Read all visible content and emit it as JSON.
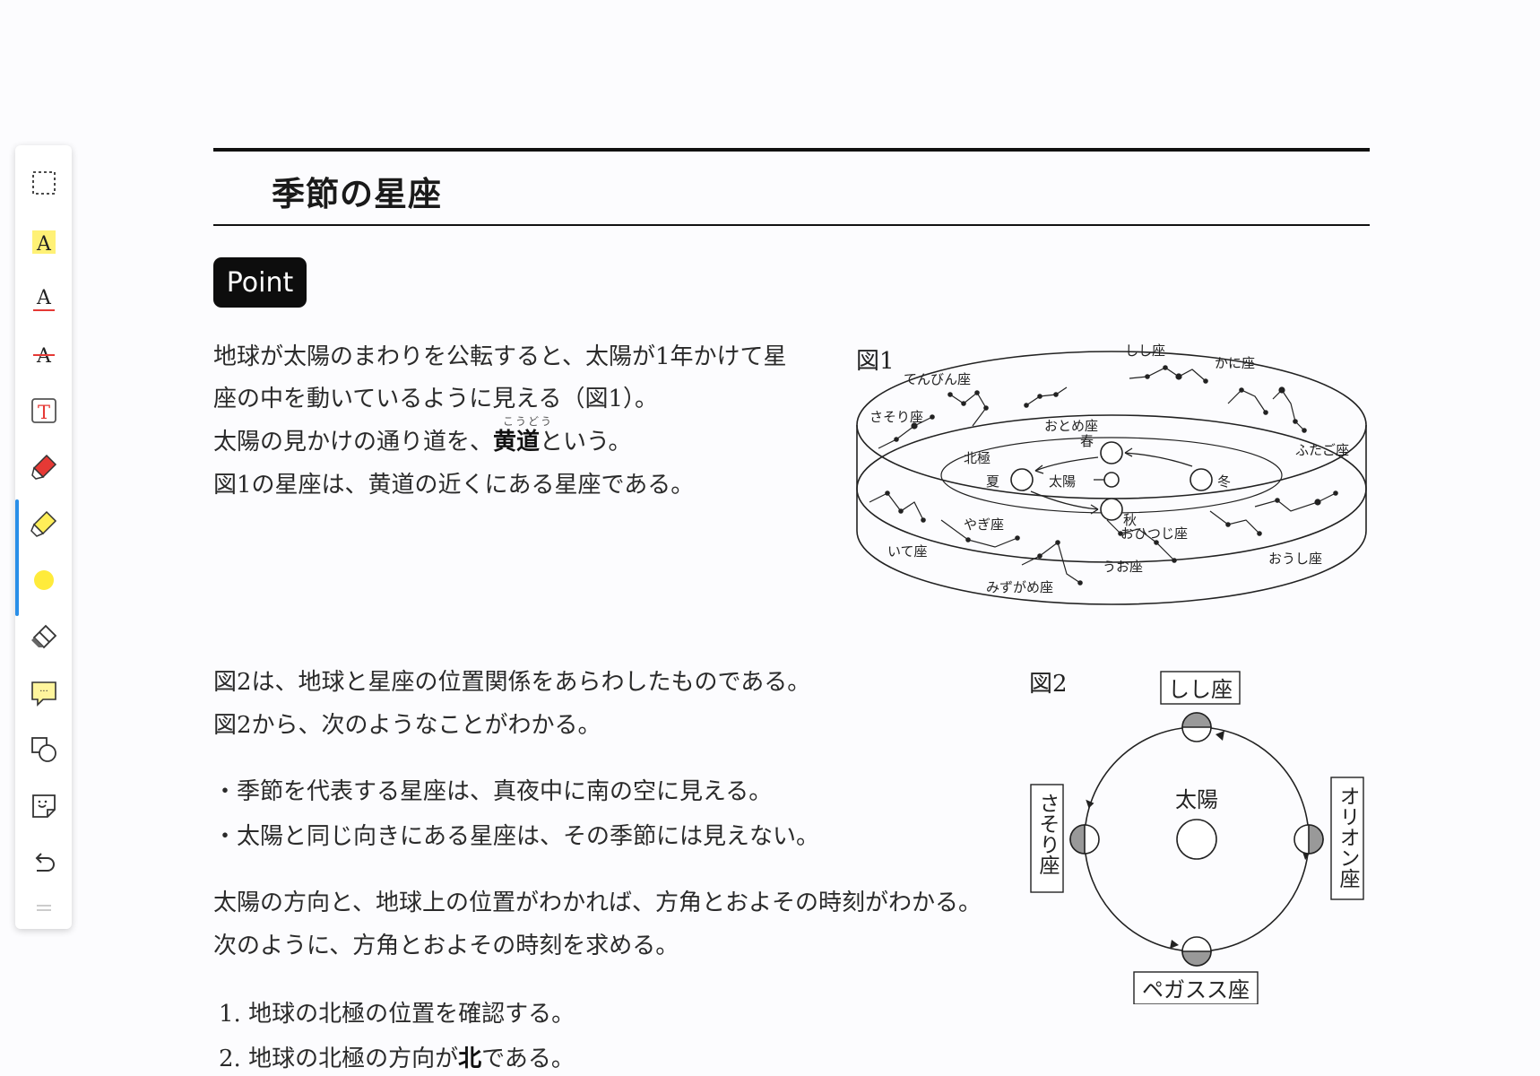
{
  "toolbar": {
    "tools": [
      {
        "name": "select-area",
        "icon": "dashed-rectangle-icon"
      },
      {
        "name": "highlight-text",
        "icon": "highlight-a-icon"
      },
      {
        "name": "underline-text",
        "icon": "underline-a-icon"
      },
      {
        "name": "strikethrough-text",
        "icon": "strikethrough-a-icon"
      },
      {
        "name": "text-box",
        "icon": "text-box-icon"
      },
      {
        "name": "marker-pen",
        "icon": "marker-pen-icon"
      },
      {
        "name": "highlighter-pen",
        "icon": "highlighter-icon"
      },
      {
        "name": "color-picker",
        "icon": "yellow-color-dot-icon"
      },
      {
        "name": "eraser",
        "icon": "eraser-icon"
      },
      {
        "name": "comment",
        "icon": "comment-icon"
      },
      {
        "name": "shapes",
        "icon": "shapes-icon"
      },
      {
        "name": "sticker",
        "icon": "sticker-icon"
      },
      {
        "name": "undo",
        "icon": "undo-icon"
      }
    ],
    "letter_a": "A",
    "letter_t": "T",
    "comment_dots": "···",
    "colors": {
      "highlight": "#ffeb3b",
      "active_accent": "#2a8fe8",
      "marker_red": "#e53935"
    }
  },
  "page": {
    "title": "季節の星座",
    "badge": "Point",
    "para1": {
      "line1": "地球が太陽のまわりを公転すると、太陽が1年かけて星",
      "line2": "座の中を動いているように見える（図1）。",
      "line3_before": "太陽の見かけの通り道を、",
      "line3_bold": "黄道",
      "line3_after": "という。",
      "ruby": "こうどう",
      "line4": "図1の星座は、黄道の近くにある星座である。"
    },
    "para2": {
      "line1": "図2は、地球と星座の位置関係をあらわしたものである。",
      "line2": "図2から、次のようなことがわかる。"
    },
    "bullets": [
      "・季節を代表する星座は、真夜中に南の空に見える。",
      "・太陽と同じ向きにある星座は、その季節には見えない。"
    ],
    "para3": {
      "line1": "太陽の方向と、地球上の位置がわかれば、方角とおよその時刻がわかる。",
      "line2": "次のように、方角とおよその時刻を求める。"
    },
    "steps": [
      {
        "text": "1. 地球の北極の位置を確認する。"
      },
      {
        "before": "2. 地球の北極の方向が",
        "bold": "北",
        "after": "である。"
      }
    ]
  },
  "figure1": {
    "label": "図1",
    "constellations": {
      "tenbin": "てんびん座",
      "shishi": "しし座",
      "kani": "かに座",
      "sasori": "さそり座",
      "otome": "おとめ座",
      "futago": "ふたご座",
      "yagi": "やぎ座",
      "ite": "いて座",
      "ohitsuji": "おひつじ座",
      "oushi": "おうし座",
      "uo": "うお座",
      "mizugame": "みずがめ座"
    },
    "inner": {
      "hokkyoku": "北極",
      "haru": "春",
      "natsu": "夏",
      "aki": "秋",
      "fuyu": "冬",
      "taiyo": "太陽"
    }
  },
  "figure2": {
    "label": "図2",
    "sun": "太陽",
    "top": "しし座",
    "bottom": "ペガスス座",
    "left": "さそり座",
    "right": "オリオン座"
  }
}
